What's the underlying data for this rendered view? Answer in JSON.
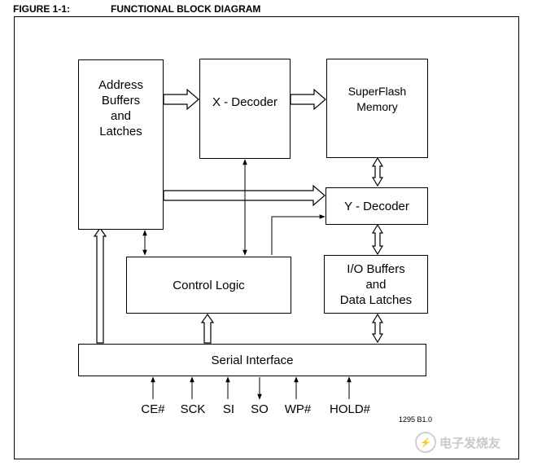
{
  "figure": {
    "number": "FIGURE 1-1:",
    "title": "FUNCTIONAL BLOCK DIAGRAM"
  },
  "blocks": {
    "address_buffers": "Address\nBuffers\nand\nLatches",
    "x_decoder": "X - Decoder",
    "superflash_memory": "SuperFlash\nMemory",
    "y_decoder": "Y - Decoder",
    "control_logic": "Control Logic",
    "io_buffers": "I/O Buffers\nand\nData Latches",
    "serial_interface": "Serial Interface"
  },
  "pins": {
    "ce": "CE#",
    "sck": "SCK",
    "si": "SI",
    "so": "SO",
    "wp": "WP#",
    "hold": "HOLD#"
  },
  "revision": "1295 B1.0",
  "watermark": "电子发烧友"
}
